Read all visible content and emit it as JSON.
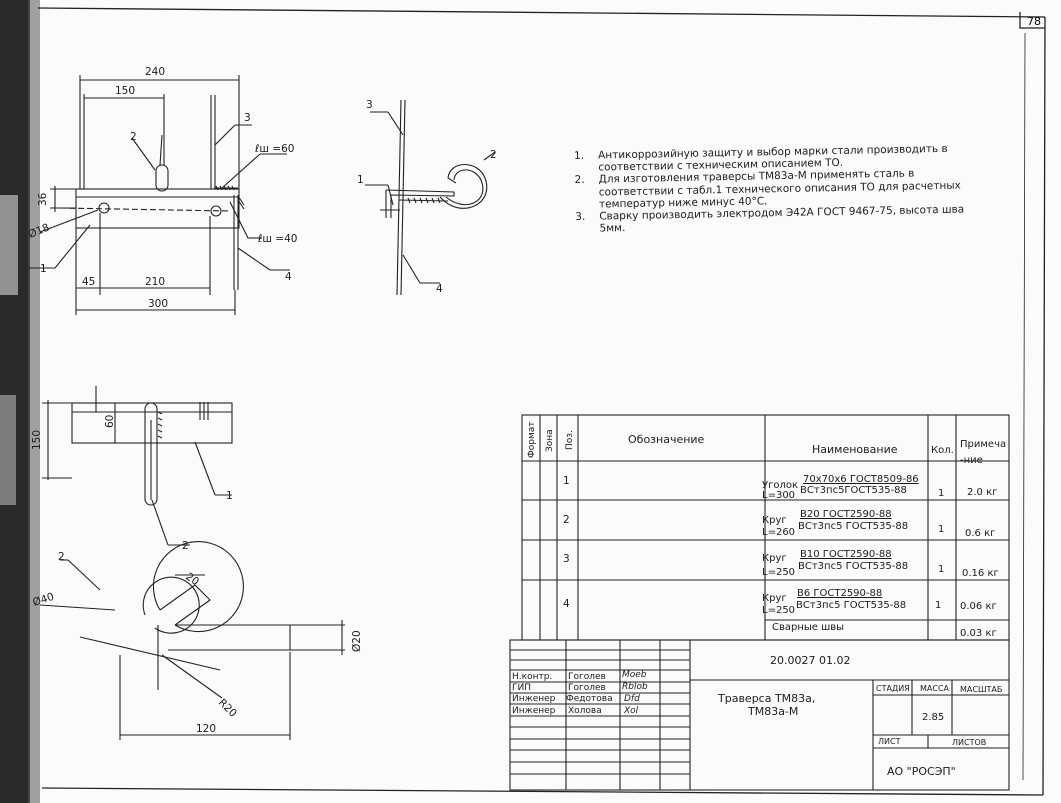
{
  "page_number": "78",
  "notes": [
    {
      "num": "1.",
      "text": "Антикоррозийную защиту и выбор марки стали производить в соответствии с техническим описанием ТО."
    },
    {
      "num": "2.",
      "text": "Для изготовления траверсы ТМ83а-М применять сталь в соответствии с табл.1 технического описания ТО для расчетных температур ниже минус 40°С."
    },
    {
      "num": "3.",
      "text": "Сварку производить электродом Э42А ГОСТ 9467-75, высота шва 5мм."
    }
  ],
  "drawing": {
    "dims": {
      "d240": "240",
      "d150": "150",
      "d36": "36",
      "d18": "Ø18",
      "d45": "45",
      "d210": "210",
      "d300": "300",
      "lw60": "ℓш =60",
      "lw40": "ℓш =40",
      "v150": "150",
      "v60": "60",
      "d40": "Ø40",
      "d20a": "20",
      "r20": "R20",
      "d20b": "Ø20",
      "d120": "120"
    },
    "callouts": {
      "c1": "1",
      "c2": "2",
      "c3": "3",
      "c4": "4"
    }
  },
  "spec_table": {
    "headers": {
      "format": "Формат",
      "zone": "Зона",
      "pos": "Поз.",
      "designation": "Обозначение",
      "name": "Наименование",
      "qty": "Кол.",
      "note": "Примеча-ние"
    },
    "rows": [
      {
        "pos": "1",
        "name_prefix": "Уголок",
        "name_top": "70х70х6 ГОСТ8509-86",
        "name_bottom": "ВСт3пс5ГОСТ535-88",
        "name_len": "L=300",
        "qty": "1",
        "note": "2.0 кг"
      },
      {
        "pos": "2",
        "name_prefix": "Круг",
        "name_top": "В20 ГОСТ2590-88",
        "name_bottom": "ВСт3пс5 ГОСТ535-88",
        "name_len": "L=260",
        "qty": "1",
        "note": "0.6 кг"
      },
      {
        "pos": "3",
        "name_prefix": "Круг",
        "name_top": "В10 ГОСТ2590-88",
        "name_bottom": "ВСт3пс5 ГОСТ535-88",
        "name_len": "L=250",
        "qty": "1",
        "note": "0.16 кг"
      },
      {
        "pos": "4",
        "name_prefix": "Круг",
        "name_top": "В6 ГОСТ2590-88",
        "name_bottom": "ВСт3пс5 ГОСТ535-88",
        "name_len": "L=250",
        "qty": "1",
        "note": "0.06 кг"
      }
    ],
    "welds": {
      "label": "Сварные швы",
      "note": "0.03 кг"
    }
  },
  "title_block": {
    "doc_code": "20.0027 01.02",
    "title_line1": "Траверса ТМ83а,",
    "title_line2": "ТМ83а-М",
    "stage_label": "СТАДИЯ",
    "mass_label": "МАССА",
    "scale_label": "МАСШТАБ",
    "mass_value": "2.85",
    "sheet_label": "ЛИСТ",
    "sheets_label": "ЛИСТОВ",
    "org": "АО \"РОСЭП\"",
    "signatures": [
      {
        "role": "Н.контр.",
        "name": "Гоголев",
        "sign": "Moeb"
      },
      {
        "role": "ГИП",
        "name": "Гоголев",
        "sign": "Rblob"
      },
      {
        "role": "Инженер",
        "name": "Федотова",
        "sign": "Dfd"
      },
      {
        "role": "Инженер",
        "name": "Холова",
        "sign": "Xol"
      }
    ]
  }
}
